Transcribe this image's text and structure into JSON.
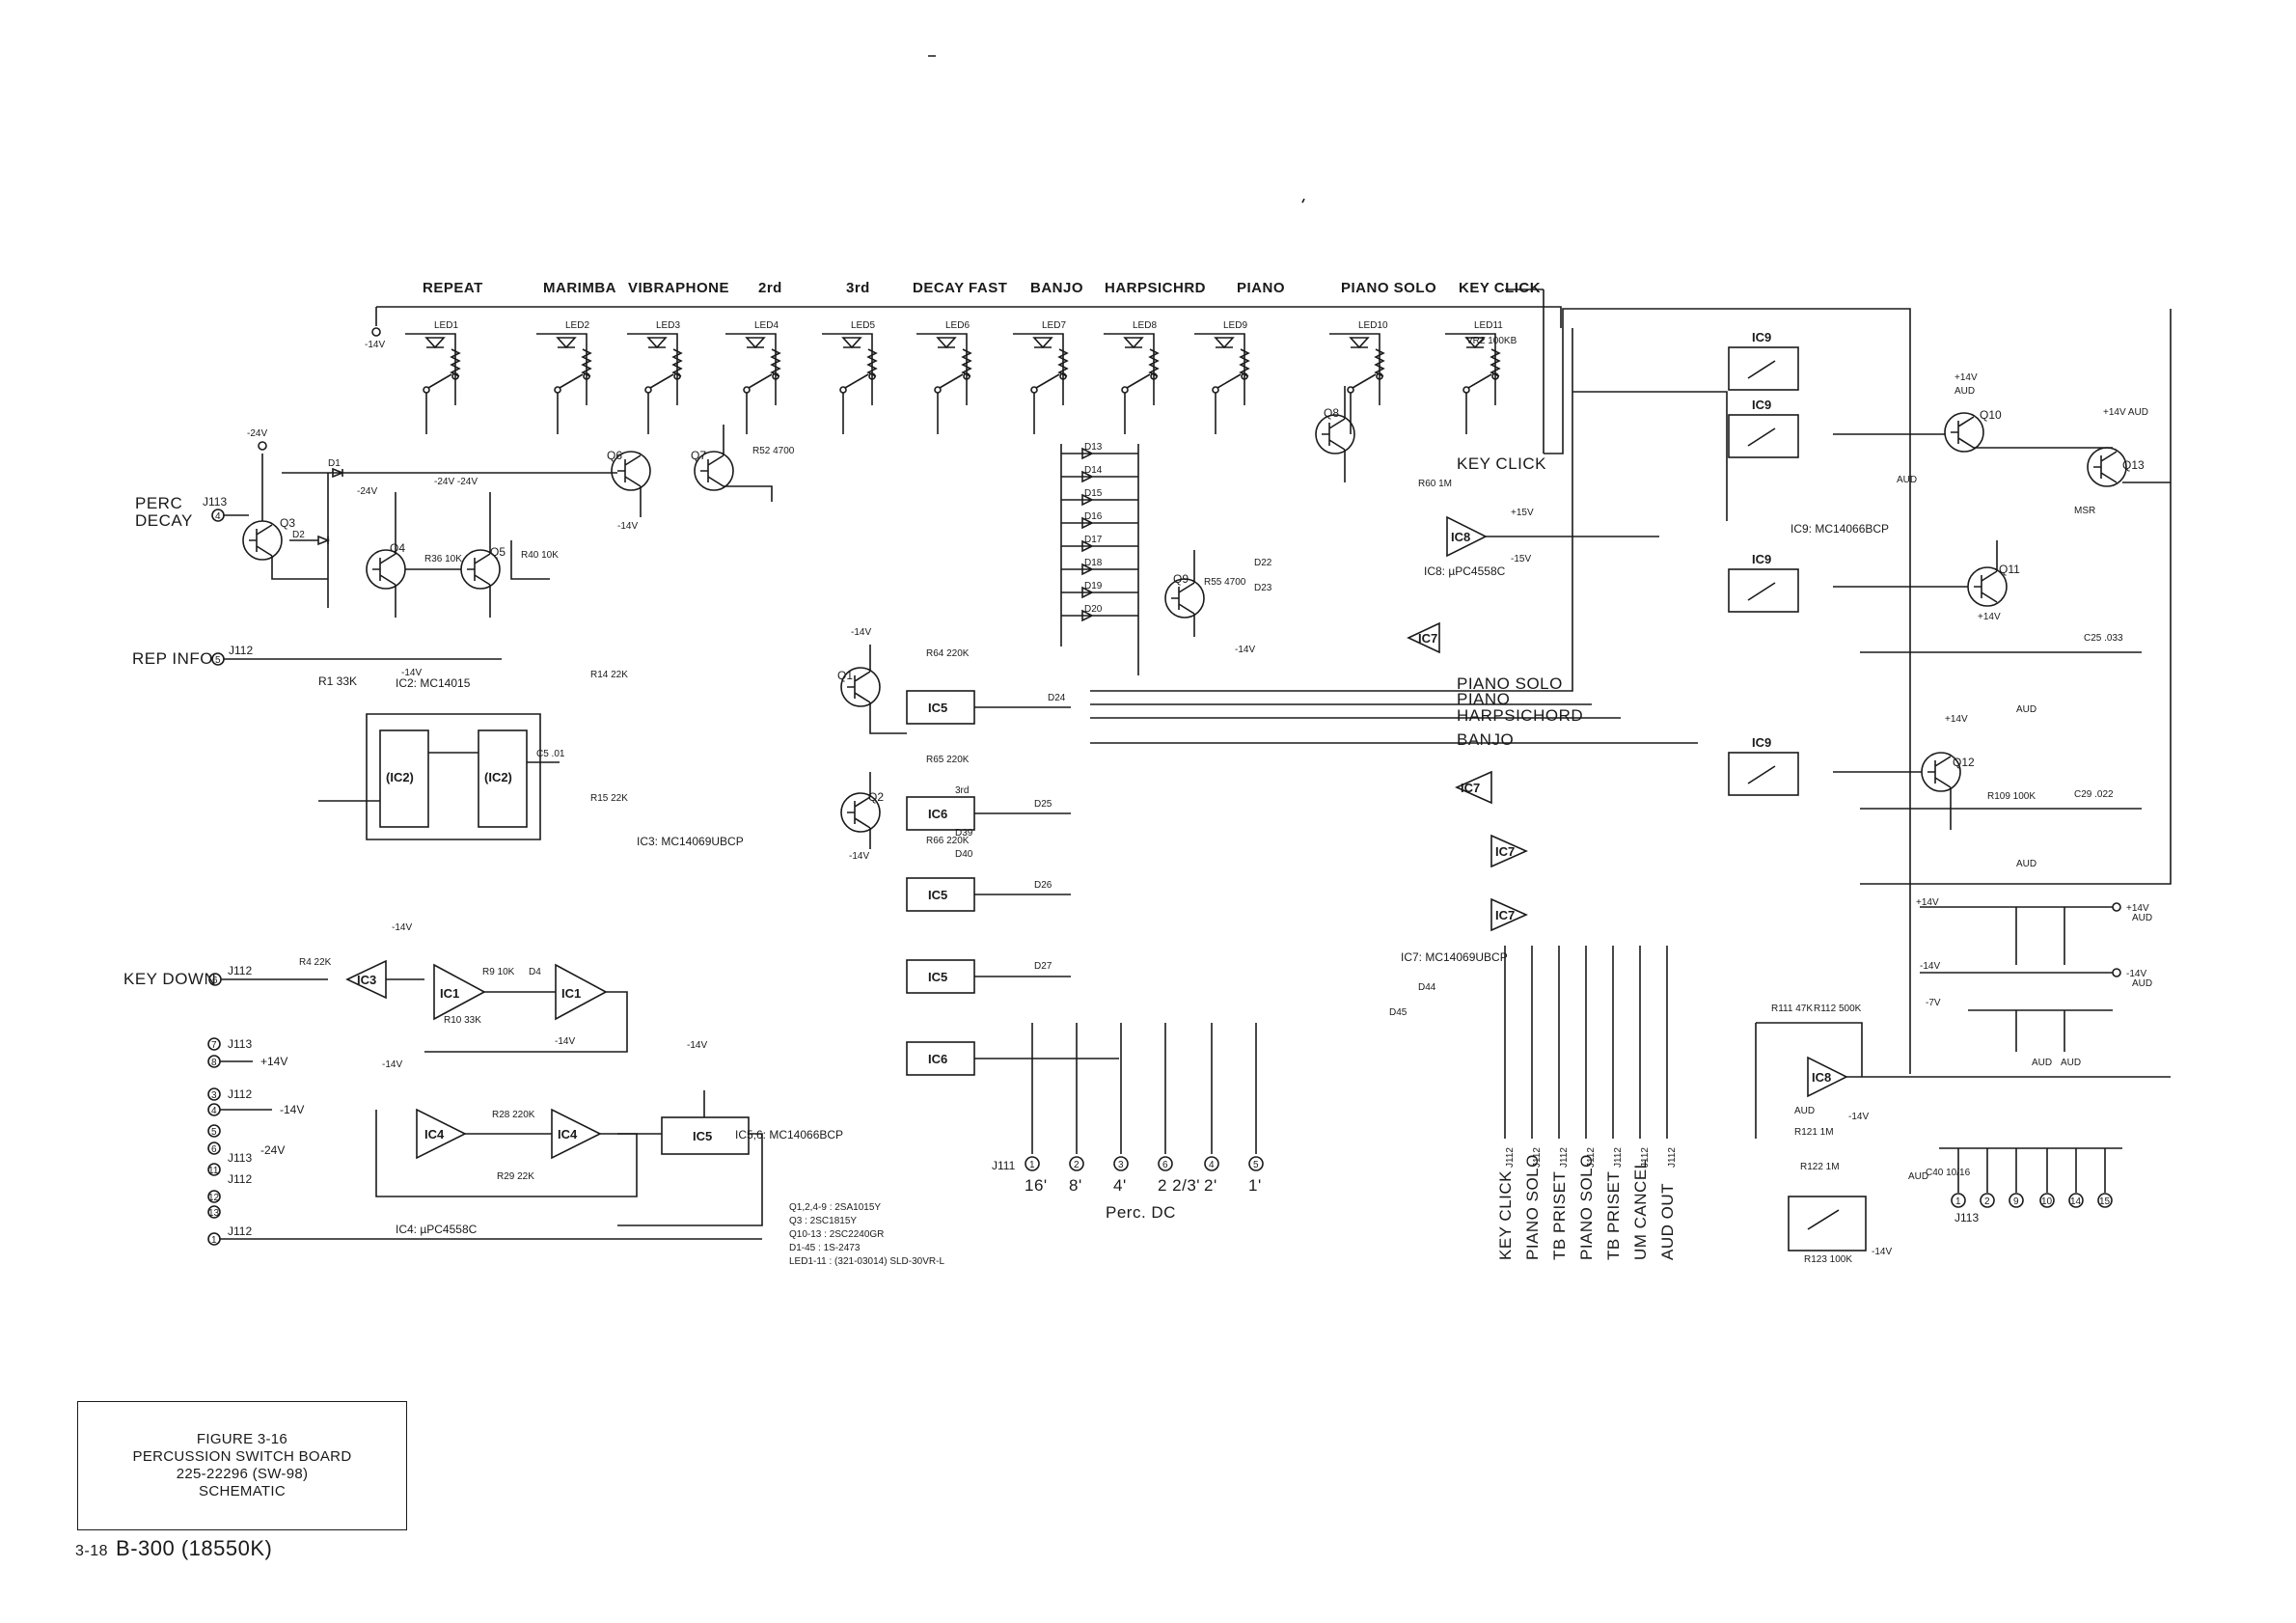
{
  "figure": {
    "number": "FIGURE 3-16",
    "title": "PERCUSSION SWITCH BOARD",
    "part": "225-22296 (SW-98)",
    "type": "SCHEMATIC"
  },
  "footer": {
    "page": "3-18",
    "model": "B-300 (18550K)"
  },
  "voice_labels": [
    "REPEAT",
    "MARIMBA",
    "VIBRAPHONE",
    "2rd",
    "3rd",
    "DECAY FAST",
    "BANJO",
    "HARPSICHRD",
    "PIANO",
    "PIANO SOLO",
    "KEY CLICK"
  ],
  "leds": [
    "LED1",
    "LED2",
    "LED3",
    "LED4",
    "LED5",
    "LED6",
    "LED7",
    "LED8",
    "LED9",
    "LED10",
    "LED11"
  ],
  "left_signals": [
    "PERC DECAY",
    "REP INFO",
    "KEY DOWN"
  ],
  "bus_labels": [
    "PIANO SOLO",
    "PIANO",
    "HARPSICHORD",
    "BANJO",
    "KEY CLICK"
  ],
  "ic_labels": {
    "ic2": "IC2: MC14015",
    "ic3": "IC3: MC14069UBCP",
    "ic4": "IC4: µPC4558C",
    "ic56": "IC5,6: MC14066BCP",
    "ic7": "IC7: MC14069UBCP",
    "ic8": "IC8: µPC4558C",
    "ic9": "IC9: MC14066BCP"
  },
  "perc_dc": {
    "connector": "J111",
    "caption": "Perc. DC",
    "pins": [
      "1",
      "2",
      "3",
      "6",
      "4",
      "5"
    ],
    "values": [
      "16'",
      "8'",
      "4'",
      "2 2/3'",
      "2'",
      "1'"
    ]
  },
  "vertical_outputs": [
    "KEY CLICK",
    "PIANO SOLO",
    "TB PRISET",
    "PIANO SOLO",
    "TB PRISET",
    "UM CANCEL",
    "AUD OUT"
  ],
  "j113": {
    "label": "J113",
    "pins": [
      "1",
      "2",
      "9",
      "10",
      "14",
      "15"
    ]
  },
  "parts_list": [
    "Q1,2,4-9 : 2SA1015Y",
    "Q3 : 2SC1815Y",
    "Q10-13 : 2SC2240GR",
    "D1-45 : 1S-2473",
    "LED1-11 : (321-03014) SLD-30VR-L"
  ],
  "supplies": [
    "-24V",
    "-14V",
    "+14V",
    "+15V",
    "-15V",
    "-7V",
    "AUD",
    "MSR"
  ]
}
